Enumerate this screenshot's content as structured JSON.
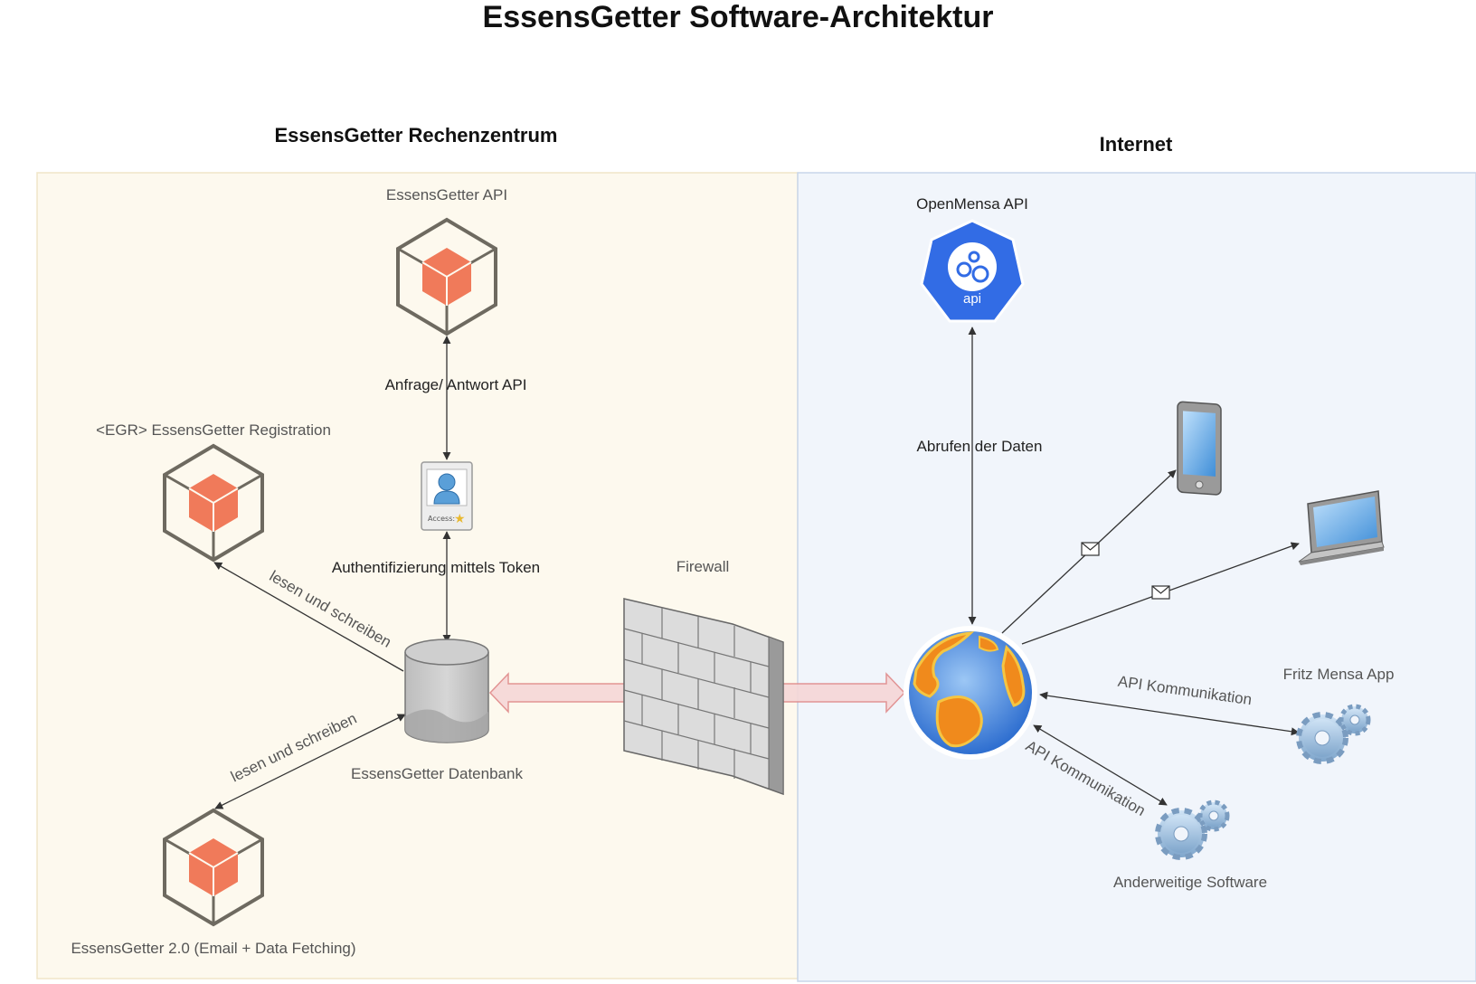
{
  "title": "EssensGetter Software-Architektur",
  "zones": {
    "datacenter": {
      "label": "EssensGetter Rechenzentrum",
      "fill": "#fdf9ee",
      "stroke": "#f0e6c8"
    },
    "internet": {
      "label": "Internet",
      "fill": "#f1f5fb",
      "stroke": "#c8d6ea"
    }
  },
  "nodes": {
    "api": {
      "label": "EssensGetter API",
      "icon": "aws-cube-icon"
    },
    "registration": {
      "label": "<EGR> EssensGetter Registration",
      "icon": "aws-cube-icon"
    },
    "v2": {
      "label": "EssensGetter 2.0 (Email + Data Fetching)",
      "icon": "aws-cube-icon"
    },
    "token": {
      "label": "Access:",
      "icon": "access-card-icon"
    },
    "database": {
      "label": "EssensGetter Datenbank",
      "icon": "database-icon"
    },
    "firewall": {
      "label": "Firewall",
      "icon": "brick-wall-icon"
    },
    "openmensa": {
      "label": "OpenMensa API",
      "badge": "api",
      "icon": "kubernetes-api-icon"
    },
    "globe": {
      "icon": "globe-icon"
    },
    "tablet": {
      "icon": "tablet-icon"
    },
    "laptop": {
      "icon": "laptop-icon"
    },
    "fritz": {
      "label": "Fritz Mensa App",
      "icon": "gears-icon"
    },
    "other": {
      "label": "Anderweitige Software",
      "icon": "gears-icon"
    }
  },
  "edges": {
    "api_token": "Anfrage/ Antwort API",
    "token_db": "Authentifizierung mittels Token",
    "db_registration": "lesen und schreiben",
    "db_v2": "lesen und schreiben",
    "openmensa_globe": "Abrufen der Daten",
    "globe_fritz": "API Kommunikation",
    "globe_other": "API Kommunikation"
  },
  "colors": {
    "cube": "#f07a5a",
    "cube_outline": "#6e6a60",
    "arrow": "#444444",
    "firewall_arrow_fill": "#f6d7d7",
    "firewall_arrow_stroke": "#e08a8a",
    "k8s_blue": "#326ce5",
    "globe_ocean": "#4a8fe0",
    "globe_land": "#f08a1c"
  }
}
